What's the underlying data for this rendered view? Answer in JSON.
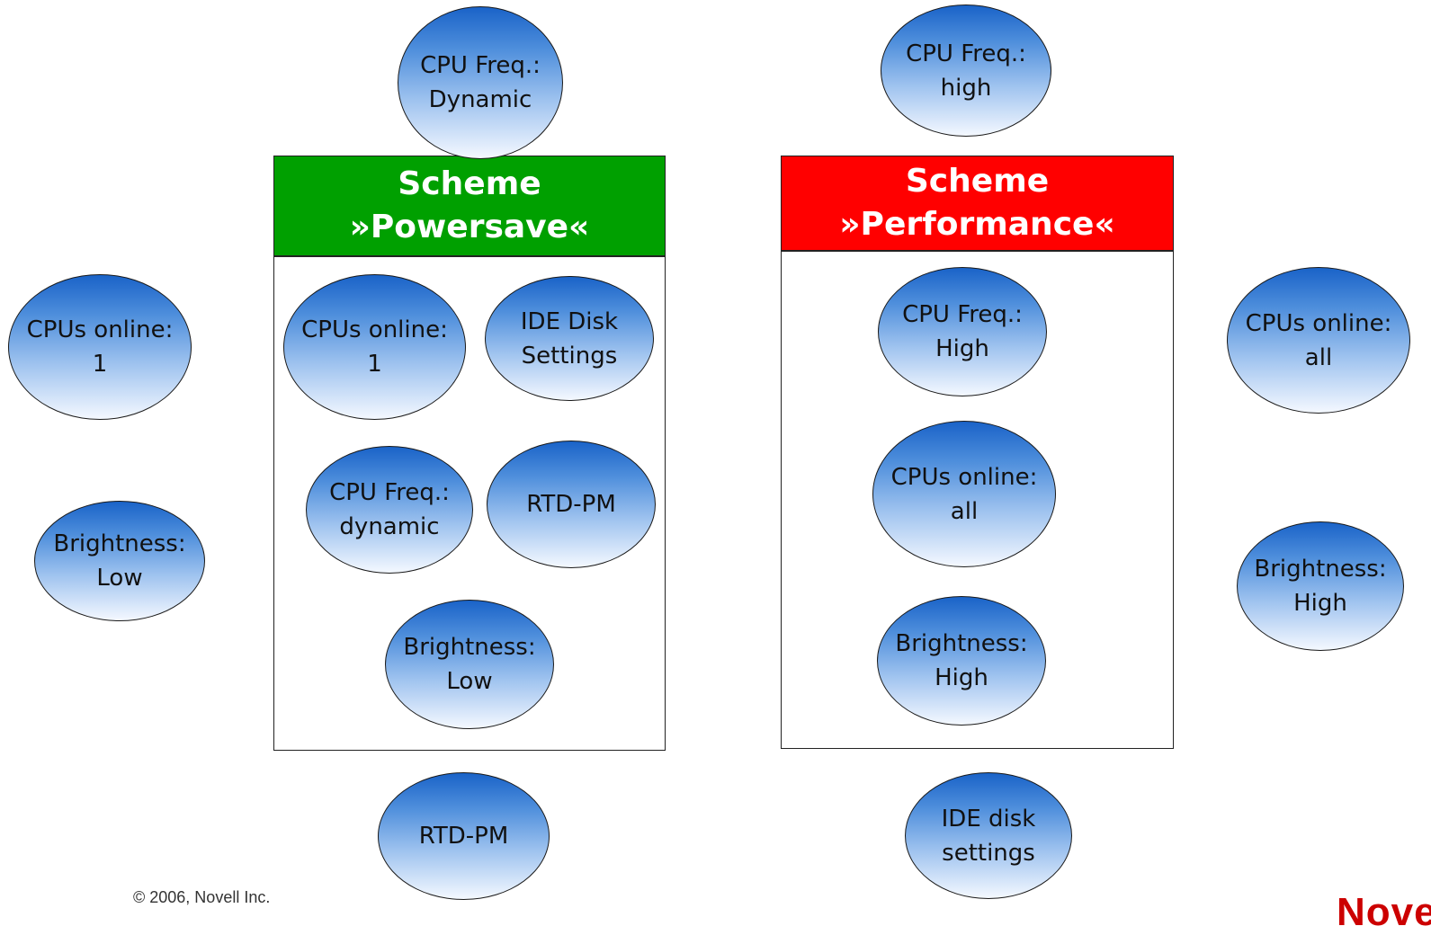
{
  "colors": {
    "powersave_header": "#00a000",
    "performance_header": "#ff0000",
    "node_top": "#1a63c8",
    "node_bottom": "#f4f8ff",
    "logo": "#cc0000"
  },
  "powersave": {
    "title_line1": "Scheme",
    "title_line2": "»Powersave«",
    "inside": {
      "cpus_online": [
        "CPUs online:",
        "1"
      ],
      "ide_disk": [
        "IDE Disk",
        "Settings"
      ],
      "cpu_freq": [
        "CPU Freq.:",
        "dynamic"
      ],
      "rtd_pm": [
        "RTD-PM"
      ],
      "brightness": [
        "Brightness:",
        "Low"
      ]
    },
    "outside": {
      "cpu_freq": [
        "CPU Freq.:",
        "Dynamic"
      ],
      "cpus_online": [
        "CPUs online:",
        "1"
      ],
      "brightness": [
        "Brightness:",
        "Low"
      ],
      "rtd_pm": [
        "RTD-PM"
      ]
    }
  },
  "performance": {
    "title_line1": "Scheme",
    "title_line2": "»Performance«",
    "inside": {
      "cpu_freq": [
        "CPU Freq.:",
        "High"
      ],
      "cpus_online": [
        "CPUs online:",
        "all"
      ],
      "brightness": [
        "Brightness:",
        "High"
      ]
    },
    "outside": {
      "cpu_freq": [
        "CPU Freq.:",
        "high"
      ],
      "cpus_online": [
        "CPUs online:",
        "all"
      ],
      "brightness": [
        "Brightness:",
        "High"
      ],
      "ide_disk": [
        "IDE disk",
        "settings"
      ]
    }
  },
  "footer": {
    "copyright": "© 2006, Novell Inc.",
    "logo_text": "Novell"
  }
}
